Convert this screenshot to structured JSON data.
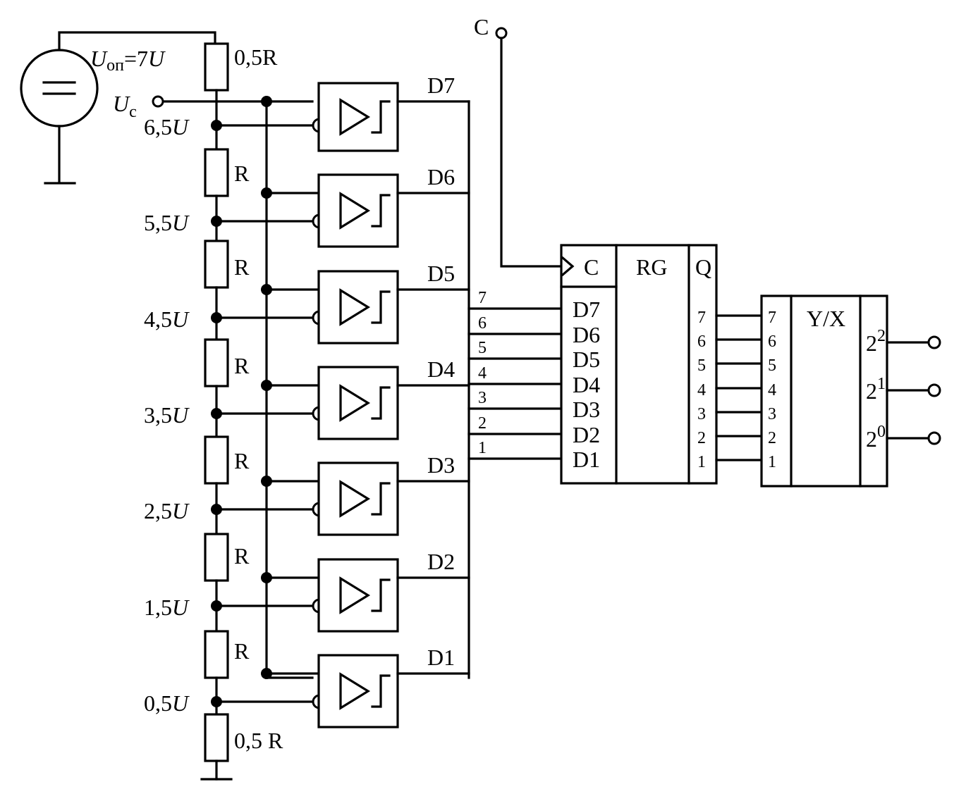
{
  "source": {
    "label_main": "U",
    "label_sub": "оп",
    "label_rest": "=7",
    "label_unit": "U"
  },
  "resistor_top_label": "0,5R",
  "resistor_bottom_label": "0,5 R",
  "resistor_label": "R",
  "input": {
    "label_main": "U",
    "label_sub": "c"
  },
  "clock_label": "C",
  "taps": [
    {
      "value": "6,5",
      "unit": "U"
    },
    {
      "value": "5,5",
      "unit": "U"
    },
    {
      "value": "4,5",
      "unit": "U"
    },
    {
      "value": "3,5",
      "unit": "U"
    },
    {
      "value": "2,5",
      "unit": "U"
    },
    {
      "value": "1,5",
      "unit": "U"
    },
    {
      "value": "0,5",
      "unit": "U"
    }
  ],
  "comparator_outputs": [
    "D7",
    "D6",
    "D5",
    "D4",
    "D3",
    "D2",
    "D1"
  ],
  "bus_numbers": [
    "7",
    "6",
    "5",
    "4",
    "3",
    "2",
    "1"
  ],
  "register": {
    "clock_label": "C",
    "title": "RG",
    "output_title": "Q",
    "inputs": [
      "D7",
      "D6",
      "D5",
      "D4",
      "D3",
      "D2",
      "D1"
    ],
    "outputs": [
      "7",
      "6",
      "5",
      "4",
      "3",
      "2",
      "1"
    ]
  },
  "encoder": {
    "title": "Y/X",
    "inputs": [
      "7",
      "6",
      "5",
      "4",
      "3",
      "2",
      "1"
    ],
    "outputs": [
      {
        "base": "2",
        "exp": "2"
      },
      {
        "base": "2",
        "exp": "1"
      },
      {
        "base": "2",
        "exp": "0"
      }
    ]
  }
}
